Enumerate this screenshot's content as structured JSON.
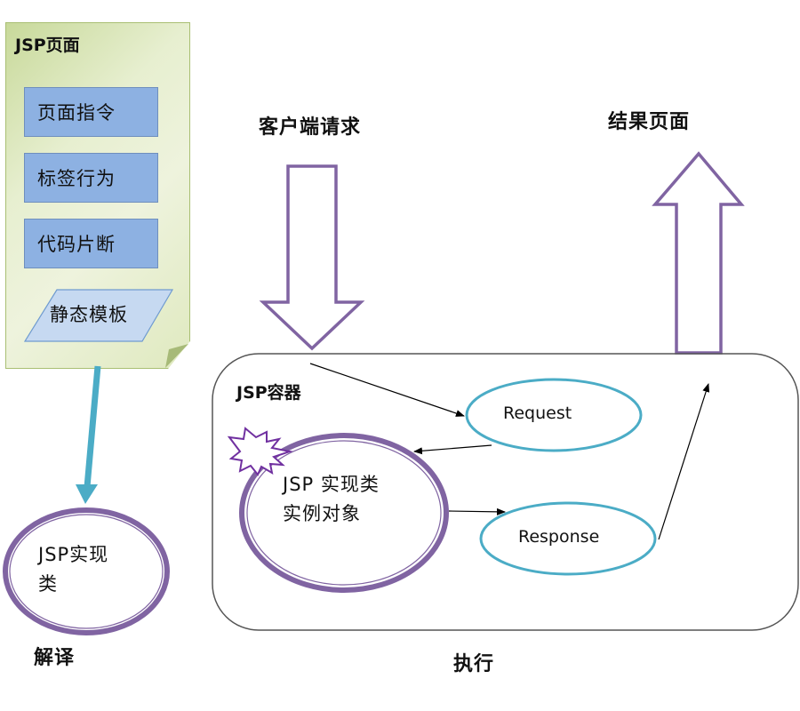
{
  "jsp_page": {
    "title": "JSP页面",
    "items": [
      "页面指令",
      "标签行为",
      "代码片断"
    ],
    "template_label": "静态模板"
  },
  "client_request": "客户端请求",
  "result_page": "结果页面",
  "container": {
    "title": "JSP容器",
    "instance_line1": "JSP 实现类",
    "instance_line2": "实例对象",
    "request": "Request",
    "response": "Response"
  },
  "impl_class": {
    "line1": "JSP实现",
    "line2": "类"
  },
  "translate_label": "解译",
  "execute_label": "执行",
  "colors": {
    "note_green": "#e7efd0",
    "box_blue": "#8db1e2",
    "parallelogram_blue": "#c6d9f1",
    "purple": "#8064a2",
    "teal": "#4bacc6",
    "container_border": "#555555"
  }
}
